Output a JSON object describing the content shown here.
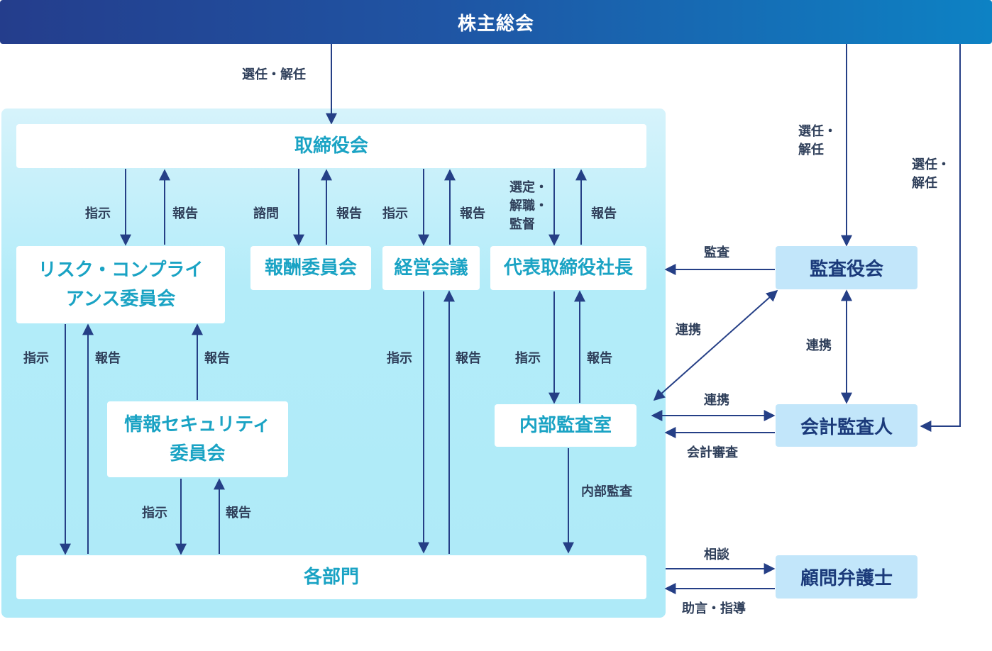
{
  "header": {
    "title": "株主総会"
  },
  "nodes": {
    "board": "取締役会",
    "risk_committee": [
      "リスク・コンプライ",
      "アンス委員会"
    ],
    "compensation_committee": "報酬委員会",
    "management_meeting": "経営会議",
    "president": "代表取締役社長",
    "info_security_committee": [
      "情報セキュリティ",
      "委員会"
    ],
    "internal_audit": "内部監査室",
    "departments": "各部門",
    "audit_board": "監査役会",
    "accounting_auditor": "会計監査人",
    "legal_advisor": "顧問弁護士"
  },
  "labels": {
    "elect_dismiss": "選任・解任",
    "elect_dismiss_wrap": [
      "選任・",
      "解任"
    ],
    "instruct": "指示",
    "report": "報告",
    "consult_query": "諮問",
    "appoint_dismiss_supervise": [
      "選定・",
      "解職・",
      "監督"
    ],
    "audit": "監査",
    "cooperation": "連携",
    "accounting_audit": "会計審査",
    "internal_auditing": "内部監査",
    "consultation": "相談",
    "advice_guidance": "助言・指導"
  },
  "colors": {
    "header_left": "#243d8c",
    "header_right": "#0d82c4",
    "arrow": "#253f86",
    "node_text": "#1aa3c4",
    "external_box": "#c2e6fa",
    "external_text": "#1b3a7a"
  }
}
